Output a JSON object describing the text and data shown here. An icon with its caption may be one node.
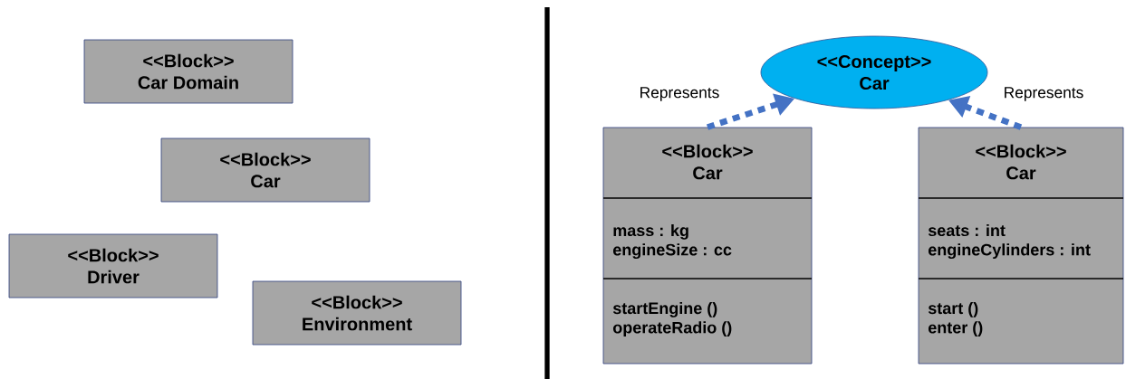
{
  "diagram": {
    "nodes": [
      {
        "text": [
          "<<Block>>",
          "Car Domain"
        ]
      },
      {
        "text": [
          "<<Block>>",
          "Car"
        ]
      },
      {
        "text": [
          "<<Block>>",
          "Driver"
        ]
      },
      {
        "text": [
          "<<Block>>",
          "Environment"
        ]
      },
      {
        "text": [
          "<<Concept>>",
          "Car"
        ]
      },
      {
        "text": [
          "<<Block>>",
          "Car",
          "mass : kg",
          "engineSize : cc",
          "startEngine  ()",
          "operateRadio  ()"
        ]
      },
      {
        "text": [
          "<<Block>>",
          "Car",
          "seats : int",
          "engineCylinders  : int",
          "start  ()",
          "enter ()"
        ]
      }
    ],
    "edges": [
      {
        "from": 5,
        "to": 4,
        "arrow": "to",
        "label": "Represents",
        "style": "dashed"
      },
      {
        "from": 6,
        "to": 4,
        "arrow": "to",
        "label": "Represents",
        "style": "dashed"
      }
    ]
  }
}
